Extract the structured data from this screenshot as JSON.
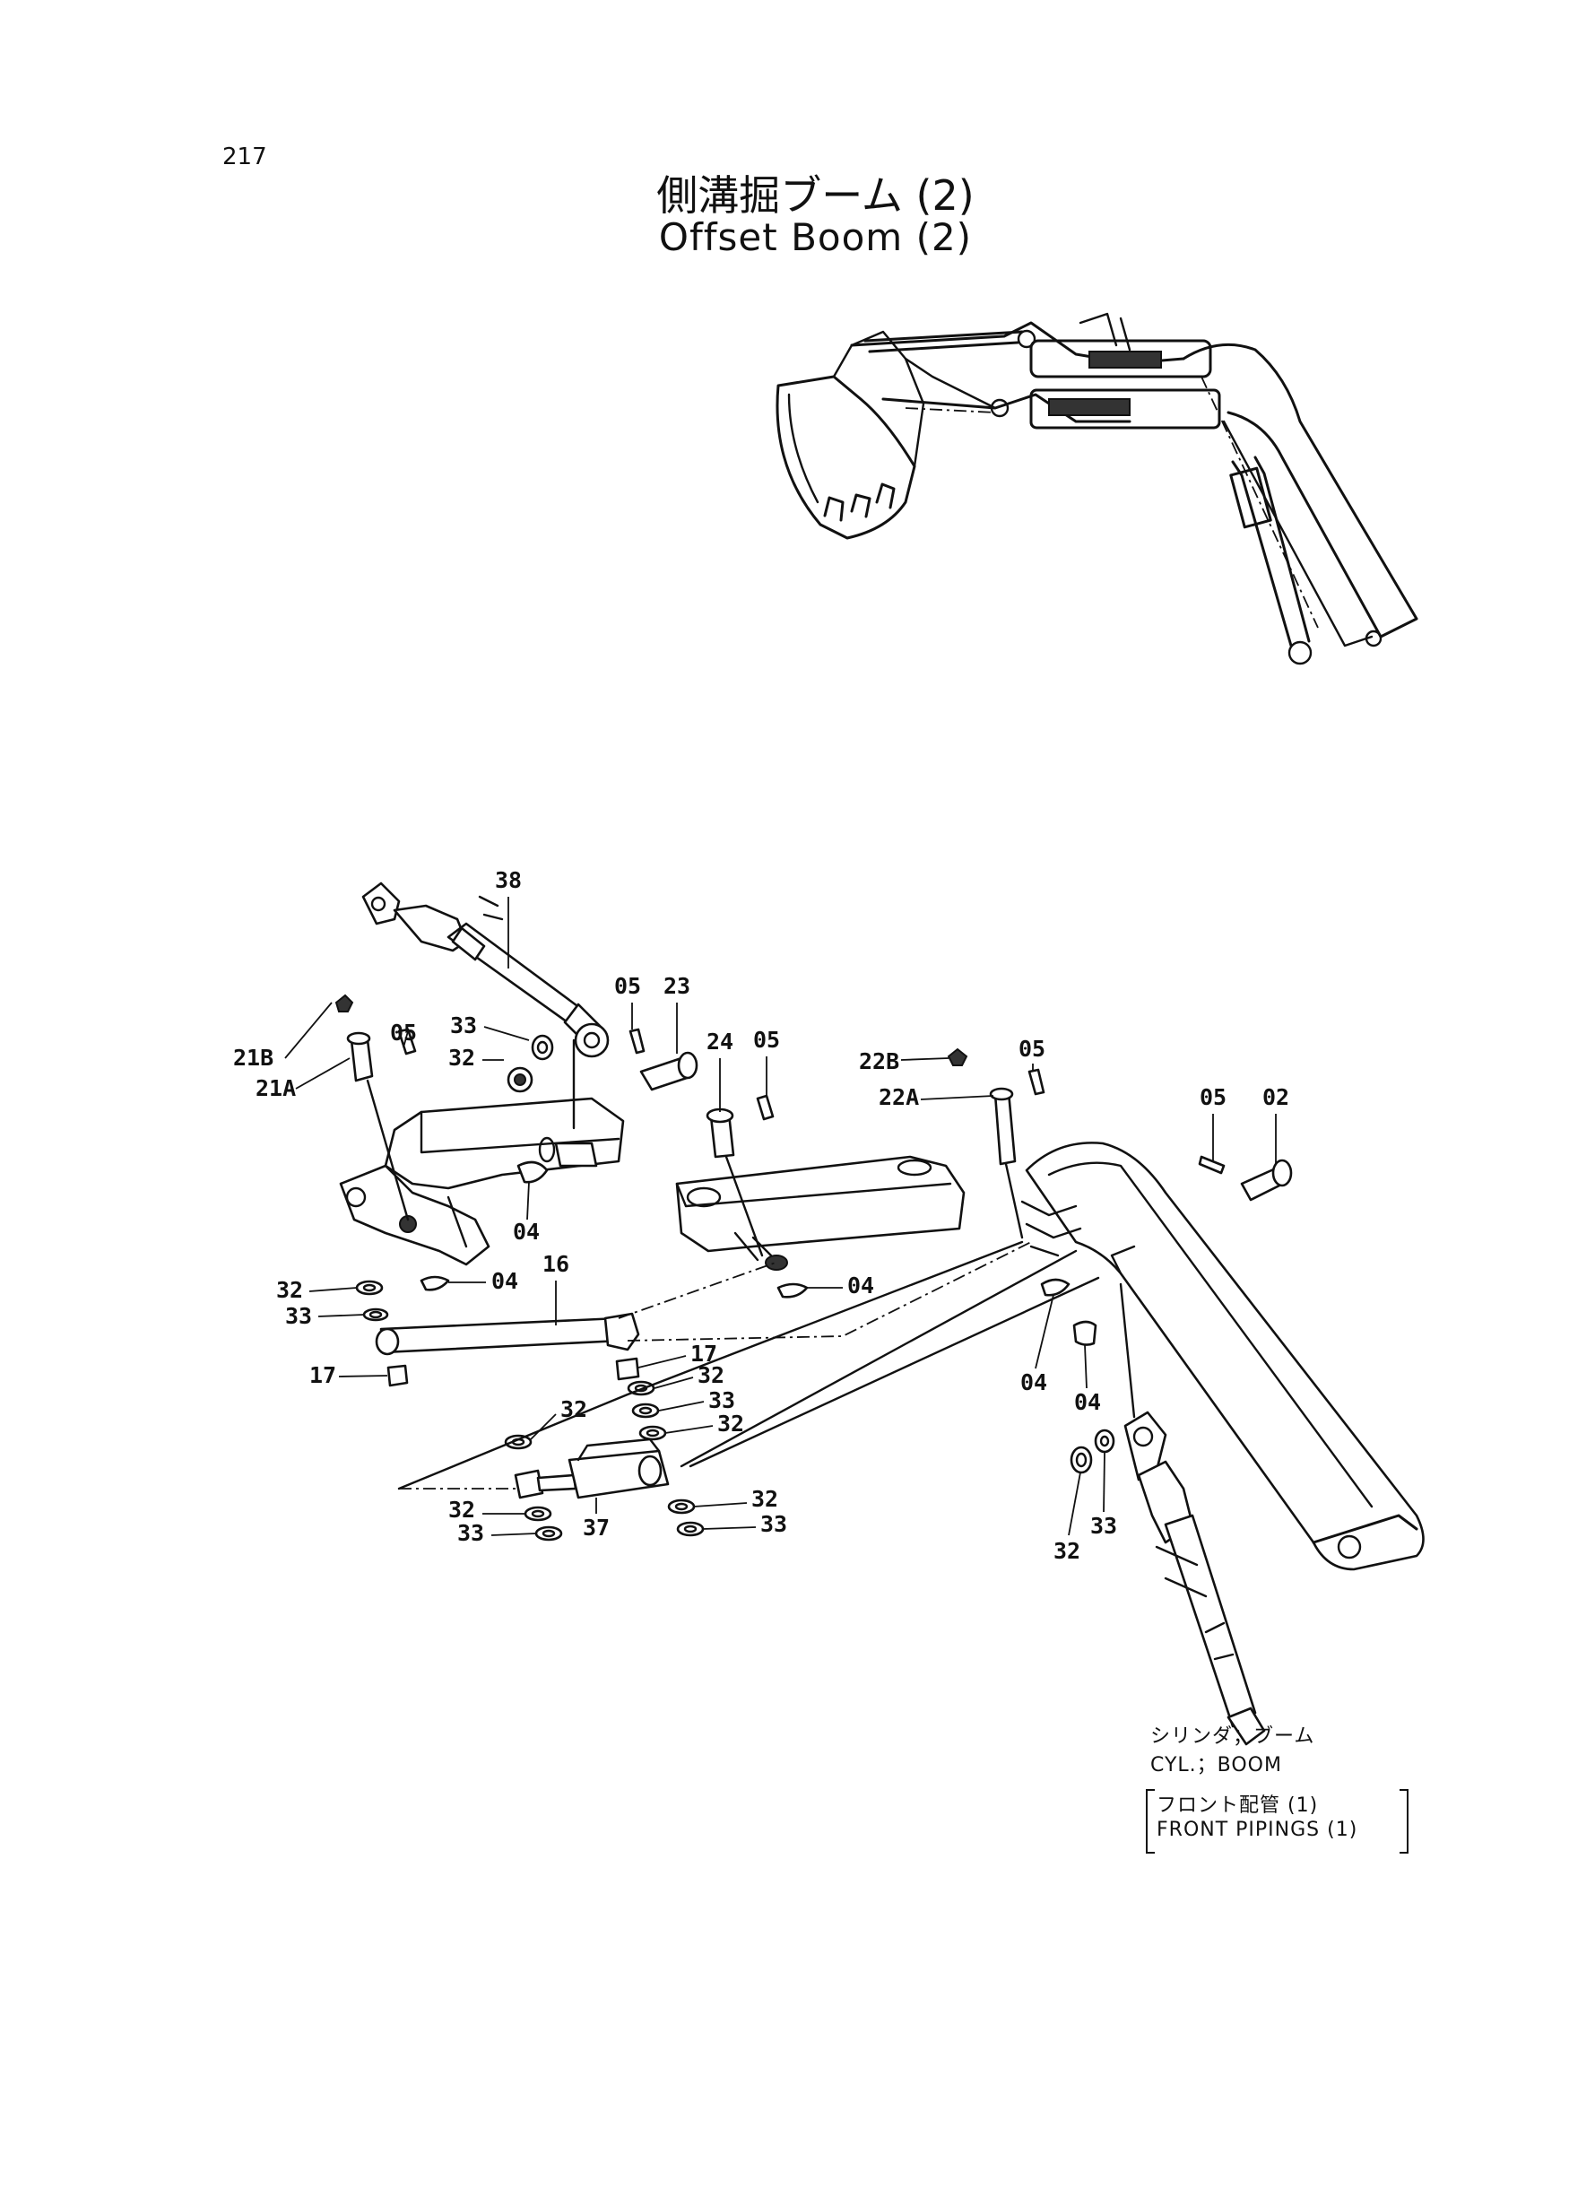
{
  "page": {
    "number": "217"
  },
  "title": {
    "jp": "側溝掘ブーム (2)",
    "en": "Offset Boom (2)"
  },
  "callouts": [
    {
      "id": "38"
    },
    {
      "id": "05"
    },
    {
      "id": "23"
    },
    {
      "id": "33"
    },
    {
      "id": "32"
    },
    {
      "id": "21B"
    },
    {
      "id": "21A"
    },
    {
      "id": "05"
    },
    {
      "id": "24"
    },
    {
      "id": "05"
    },
    {
      "id": "04"
    },
    {
      "id": "04"
    },
    {
      "id": "16"
    },
    {
      "id": "32"
    },
    {
      "id": "33"
    },
    {
      "id": "17"
    },
    {
      "id": "04"
    },
    {
      "id": "17"
    },
    {
      "id": "32"
    },
    {
      "id": "33"
    },
    {
      "id": "32"
    },
    {
      "id": "32"
    },
    {
      "id": "32"
    },
    {
      "id": "33"
    },
    {
      "id": "37"
    },
    {
      "id": "32"
    },
    {
      "id": "33"
    },
    {
      "id": "22B"
    },
    {
      "id": "22A"
    },
    {
      "id": "05"
    },
    {
      "id": "05"
    },
    {
      "id": "02"
    },
    {
      "id": "04"
    },
    {
      "id": "04"
    },
    {
      "id": "32"
    },
    {
      "id": "33"
    }
  ],
  "notes": {
    "cyl_jp": "シリンダ；ブーム",
    "cyl_en": "CYL.；BOOM",
    "piping_jp": "フロント配管 (1)",
    "piping_en": "FRONT PIPINGS (1)"
  }
}
